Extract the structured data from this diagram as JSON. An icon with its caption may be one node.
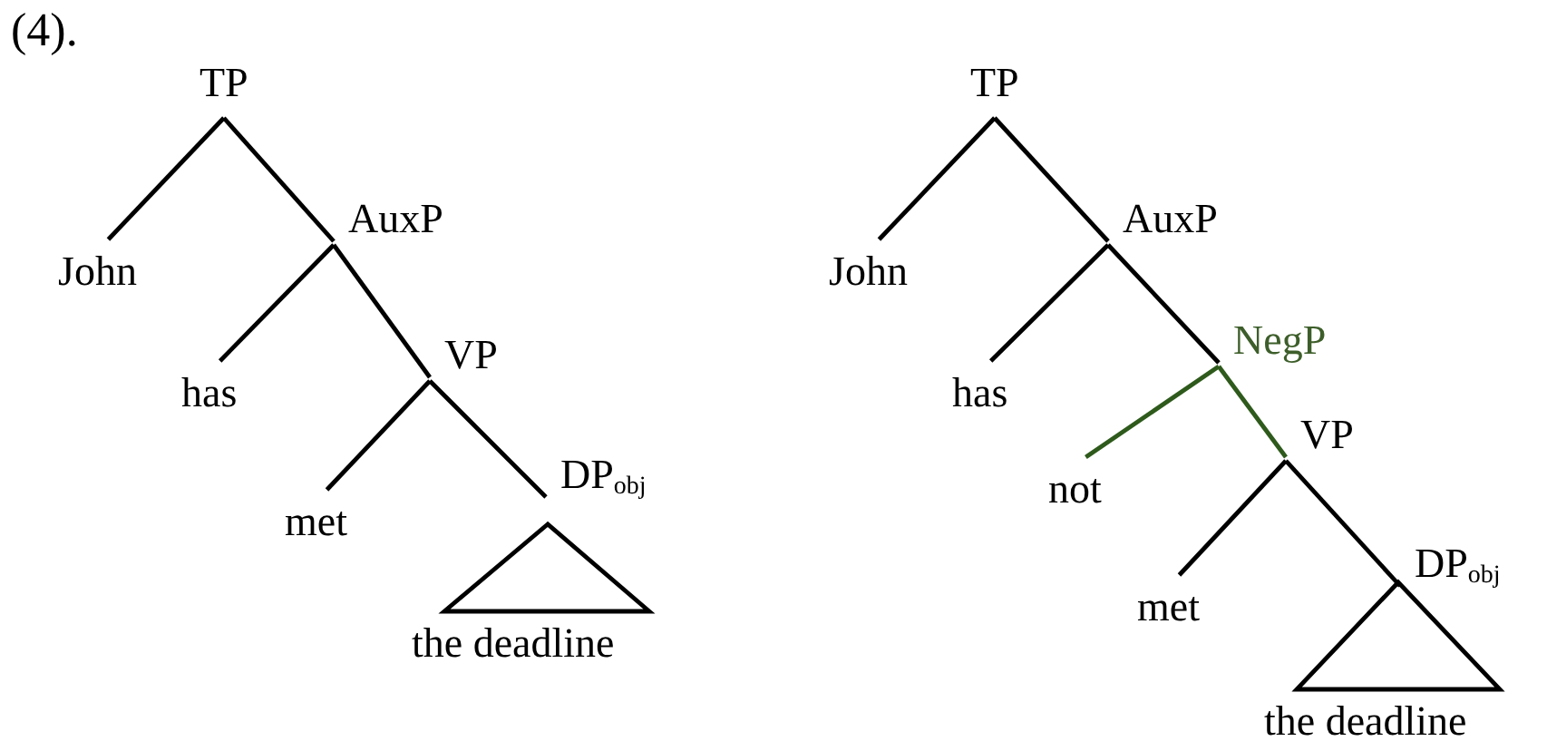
{
  "diagram": {
    "nodes": [
      {
        "text": [
          "TP"
        ]
      },
      {
        "text": [
          "John"
        ]
      },
      {
        "text": [
          "AuxP"
        ]
      },
      {
        "text": [
          "has"
        ]
      },
      {
        "text": [
          "VP"
        ]
      },
      {
        "text": [
          "met"
        ]
      },
      {
        "text": [
          "DP$_{obj}$"
        ]
      },
      {
        "text": [
          "the deadline"
        ]
      },
      {
        "text": [
          "TP"
        ]
      },
      {
        "text": [
          "John"
        ]
      },
      {
        "text": [
          "AuxP"
        ]
      },
      {
        "text": [
          "has"
        ]
      },
      {
        "text": [
          "NegP"
        ]
      },
      {
        "text": [
          "not"
        ]
      },
      {
        "text": [
          "VP"
        ]
      },
      {
        "text": [
          "met"
        ]
      },
      {
        "text": [
          "DP$_{obj}$"
        ]
      },
      {
        "text": [
          "the deadline"
        ]
      }
    ],
    "edges": [
      {
        "from": 0,
        "to": 1,
        "arrow": "none"
      },
      {
        "from": 0,
        "to": 2,
        "arrow": "none"
      },
      {
        "from": 2,
        "to": 3,
        "arrow": "none"
      },
      {
        "from": 2,
        "to": 4,
        "arrow": "none"
      },
      {
        "from": 4,
        "to": 5,
        "arrow": "none"
      },
      {
        "from": 4,
        "to": 6,
        "arrow": "none"
      },
      {
        "from": 8,
        "to": 9,
        "arrow": "none"
      },
      {
        "from": 8,
        "to": 10,
        "arrow": "none"
      },
      {
        "from": 10,
        "to": 11,
        "arrow": "none"
      },
      {
        "from": 10,
        "to": 12,
        "arrow": "none"
      },
      {
        "from": 12,
        "to": 13,
        "arrow": "none",
        "color": "#2e5a1c"
      },
      {
        "from": 12,
        "to": 14,
        "arrow": "none",
        "color": "#2e5a1c"
      },
      {
        "from": 14,
        "to": 15,
        "arrow": "none"
      },
      {
        "from": 14,
        "to": 16,
        "arrow": "none"
      }
    ],
    "labels": [
      "(4)."
    ]
  }
}
